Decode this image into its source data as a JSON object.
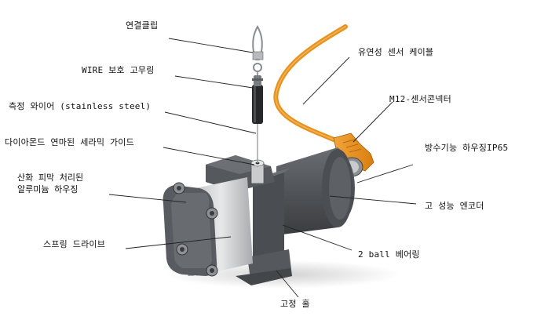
{
  "labels": {
    "clip": "연결클립",
    "wire_protect": "WIRE 보호 고무링",
    "measure_wire": "측정 와이어 (stainless steel)",
    "ceramic_guide": "다이아몬드 연마된 세라믹 가이드",
    "housing_line1": "산화 피막 처리된",
    "housing_line2": "알루미늄 하우징",
    "spring": "스프링 드라이브",
    "flex_cable": "유연성 센서 케이블",
    "connector": "M12-센서콘넥터",
    "waterproof": "방수기능 하우징IP65",
    "encoder": "고 성능 엔코더",
    "bearing": "2 ball 베어링",
    "mount": "고정 홀"
  },
  "colors": {
    "cable": "#e8921c",
    "body_dark": "#55585c",
    "body_light": "#d6d8da",
    "leader": "#222222"
  }
}
